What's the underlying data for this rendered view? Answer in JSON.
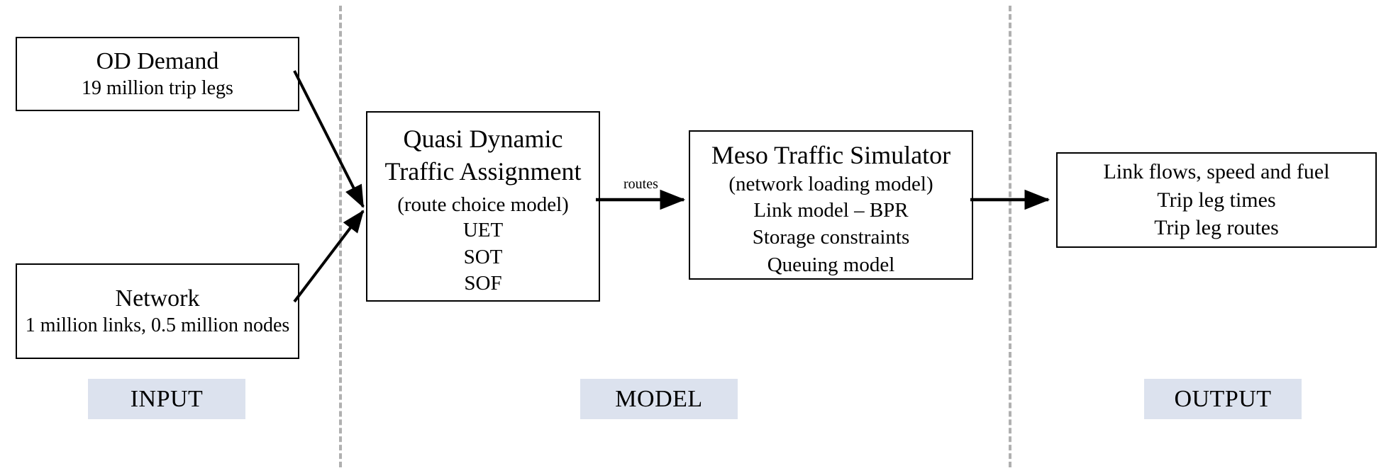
{
  "diagram": {
    "title": "Quasi Dynamic Traffic Assignment model pipeline",
    "background_color": "#ffffff",
    "box_border_color": "#000000",
    "divider_color": "#b0b0b0",
    "zone_badge_color": "#dce2ee"
  },
  "boxes": {
    "od_demand": {
      "title": "OD Demand",
      "sub": "19 million trip legs"
    },
    "network": {
      "title": "Network",
      "sub": "1 million links, 0.5 million nodes"
    },
    "qdta": {
      "title_line1": "Quasi Dynamic",
      "title_line2": "Traffic Assignment",
      "sub": "(route choice model)",
      "items": [
        "UET",
        "SOT",
        "SOF"
      ]
    },
    "meso": {
      "title": "Meso Traffic Simulator",
      "sub": "(network loading model)",
      "items": [
        "Link model – BPR",
        "Storage constraints",
        "Queuing model"
      ]
    },
    "output": {
      "lines": [
        "Link flows, speed and fuel",
        "Trip leg times",
        "Trip leg routes"
      ]
    }
  },
  "arrows": {
    "demand_to_qdta": {
      "label": ""
    },
    "network_to_qdta": {
      "label": ""
    },
    "qdta_to_meso": {
      "label": "routes"
    },
    "meso_to_output": {
      "label": ""
    }
  },
  "zones": {
    "input": "INPUT",
    "model": "MODEL",
    "output": "OUTPUT"
  }
}
